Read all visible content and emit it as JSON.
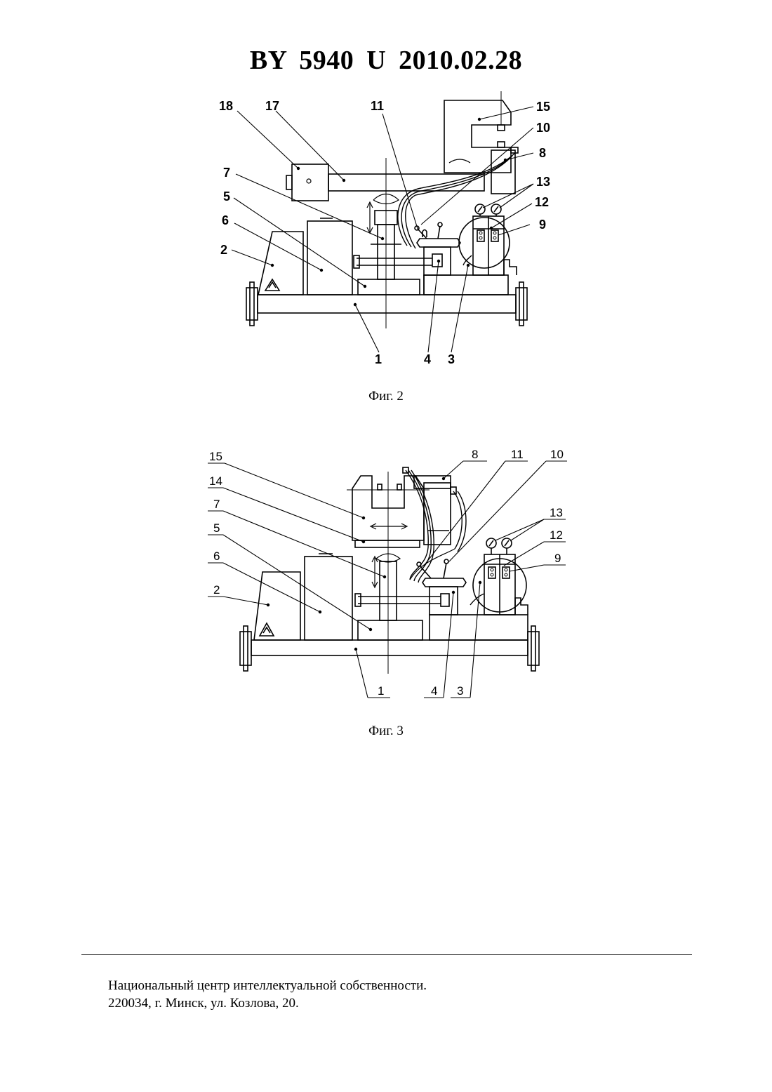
{
  "header": "BY  5940  U  2010.02.28",
  "figures": [
    {
      "caption": "Фиг. 2",
      "labels": [
        "18",
        "17",
        "11",
        "15",
        "10",
        "8",
        "13",
        "12",
        "9",
        "7",
        "5",
        "6",
        "2",
        "1",
        "4",
        "3"
      ]
    },
    {
      "caption": "Фиг. 3",
      "labels": [
        "15",
        "14",
        "7",
        "5",
        "6",
        "2",
        "8",
        "11",
        "10",
        "13",
        "12",
        "9",
        "1",
        "4",
        "3"
      ]
    }
  ],
  "footer": {
    "line1": "Национальный центр интеллектуальной собственности.",
    "line2": "220034, г. Минск, ул. Козлова, 20."
  }
}
